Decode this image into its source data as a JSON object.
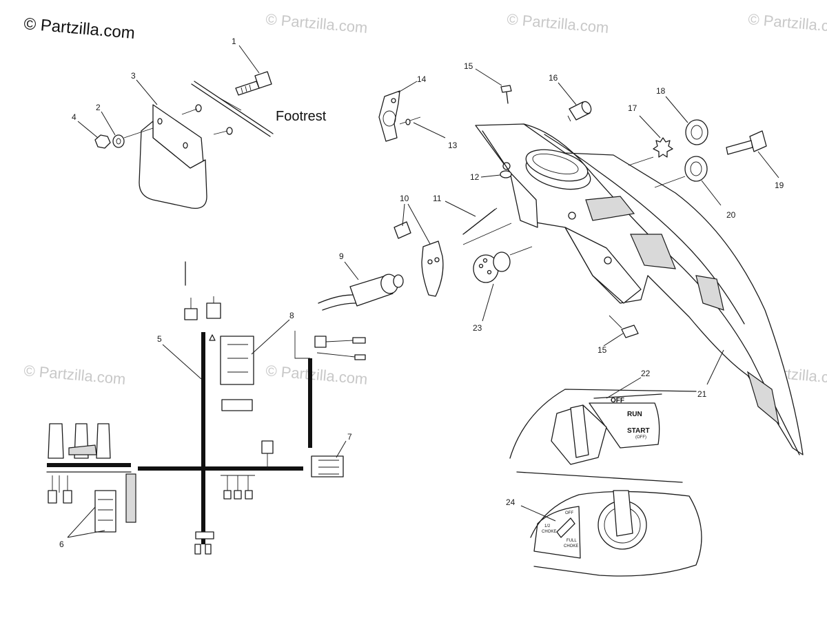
{
  "watermark": {
    "main": "© Partzilla.com",
    "faded": [
      "© Partzilla.com",
      "© Partzilla.com",
      "© Partzilla.com",
      "© Partzilla.com",
      "© Partzilla.com",
      "© Partzilla.com"
    ]
  },
  "labels": {
    "footrest": "Footrest"
  },
  "ignition_switch": {
    "off": "OFF",
    "run": "RUN",
    "start": "START",
    "start_sub": "(OFF)"
  },
  "choke_plate": {
    "off": "OFF",
    "half": "1/2",
    "half_sub": "CHOKE",
    "full": "FULL",
    "full_sub": "CHOKE"
  },
  "callouts": [
    {
      "id": "c1",
      "num": "1"
    },
    {
      "id": "c2",
      "num": "2"
    },
    {
      "id": "c3",
      "num": "3"
    },
    {
      "id": "c4",
      "num": "4"
    },
    {
      "id": "c5",
      "num": "5"
    },
    {
      "id": "c6",
      "num": "6"
    },
    {
      "id": "c7",
      "num": "7"
    },
    {
      "id": "c8",
      "num": "8"
    },
    {
      "id": "c9",
      "num": "9"
    },
    {
      "id": "c10",
      "num": "10"
    },
    {
      "id": "c11",
      "num": "11"
    },
    {
      "id": "c12",
      "num": "12"
    },
    {
      "id": "c13",
      "num": "13"
    },
    {
      "id": "c14",
      "num": "14"
    },
    {
      "id": "c15a",
      "num": "15"
    },
    {
      "id": "c15b",
      "num": "15"
    },
    {
      "id": "c16",
      "num": "16"
    },
    {
      "id": "c17",
      "num": "17"
    },
    {
      "id": "c18",
      "num": "18"
    },
    {
      "id": "c19",
      "num": "19"
    },
    {
      "id": "c20",
      "num": "20"
    },
    {
      "id": "c21",
      "num": "21"
    },
    {
      "id": "c22",
      "num": "22"
    },
    {
      "id": "c23",
      "num": "23"
    },
    {
      "id": "c24",
      "num": "24"
    }
  ]
}
